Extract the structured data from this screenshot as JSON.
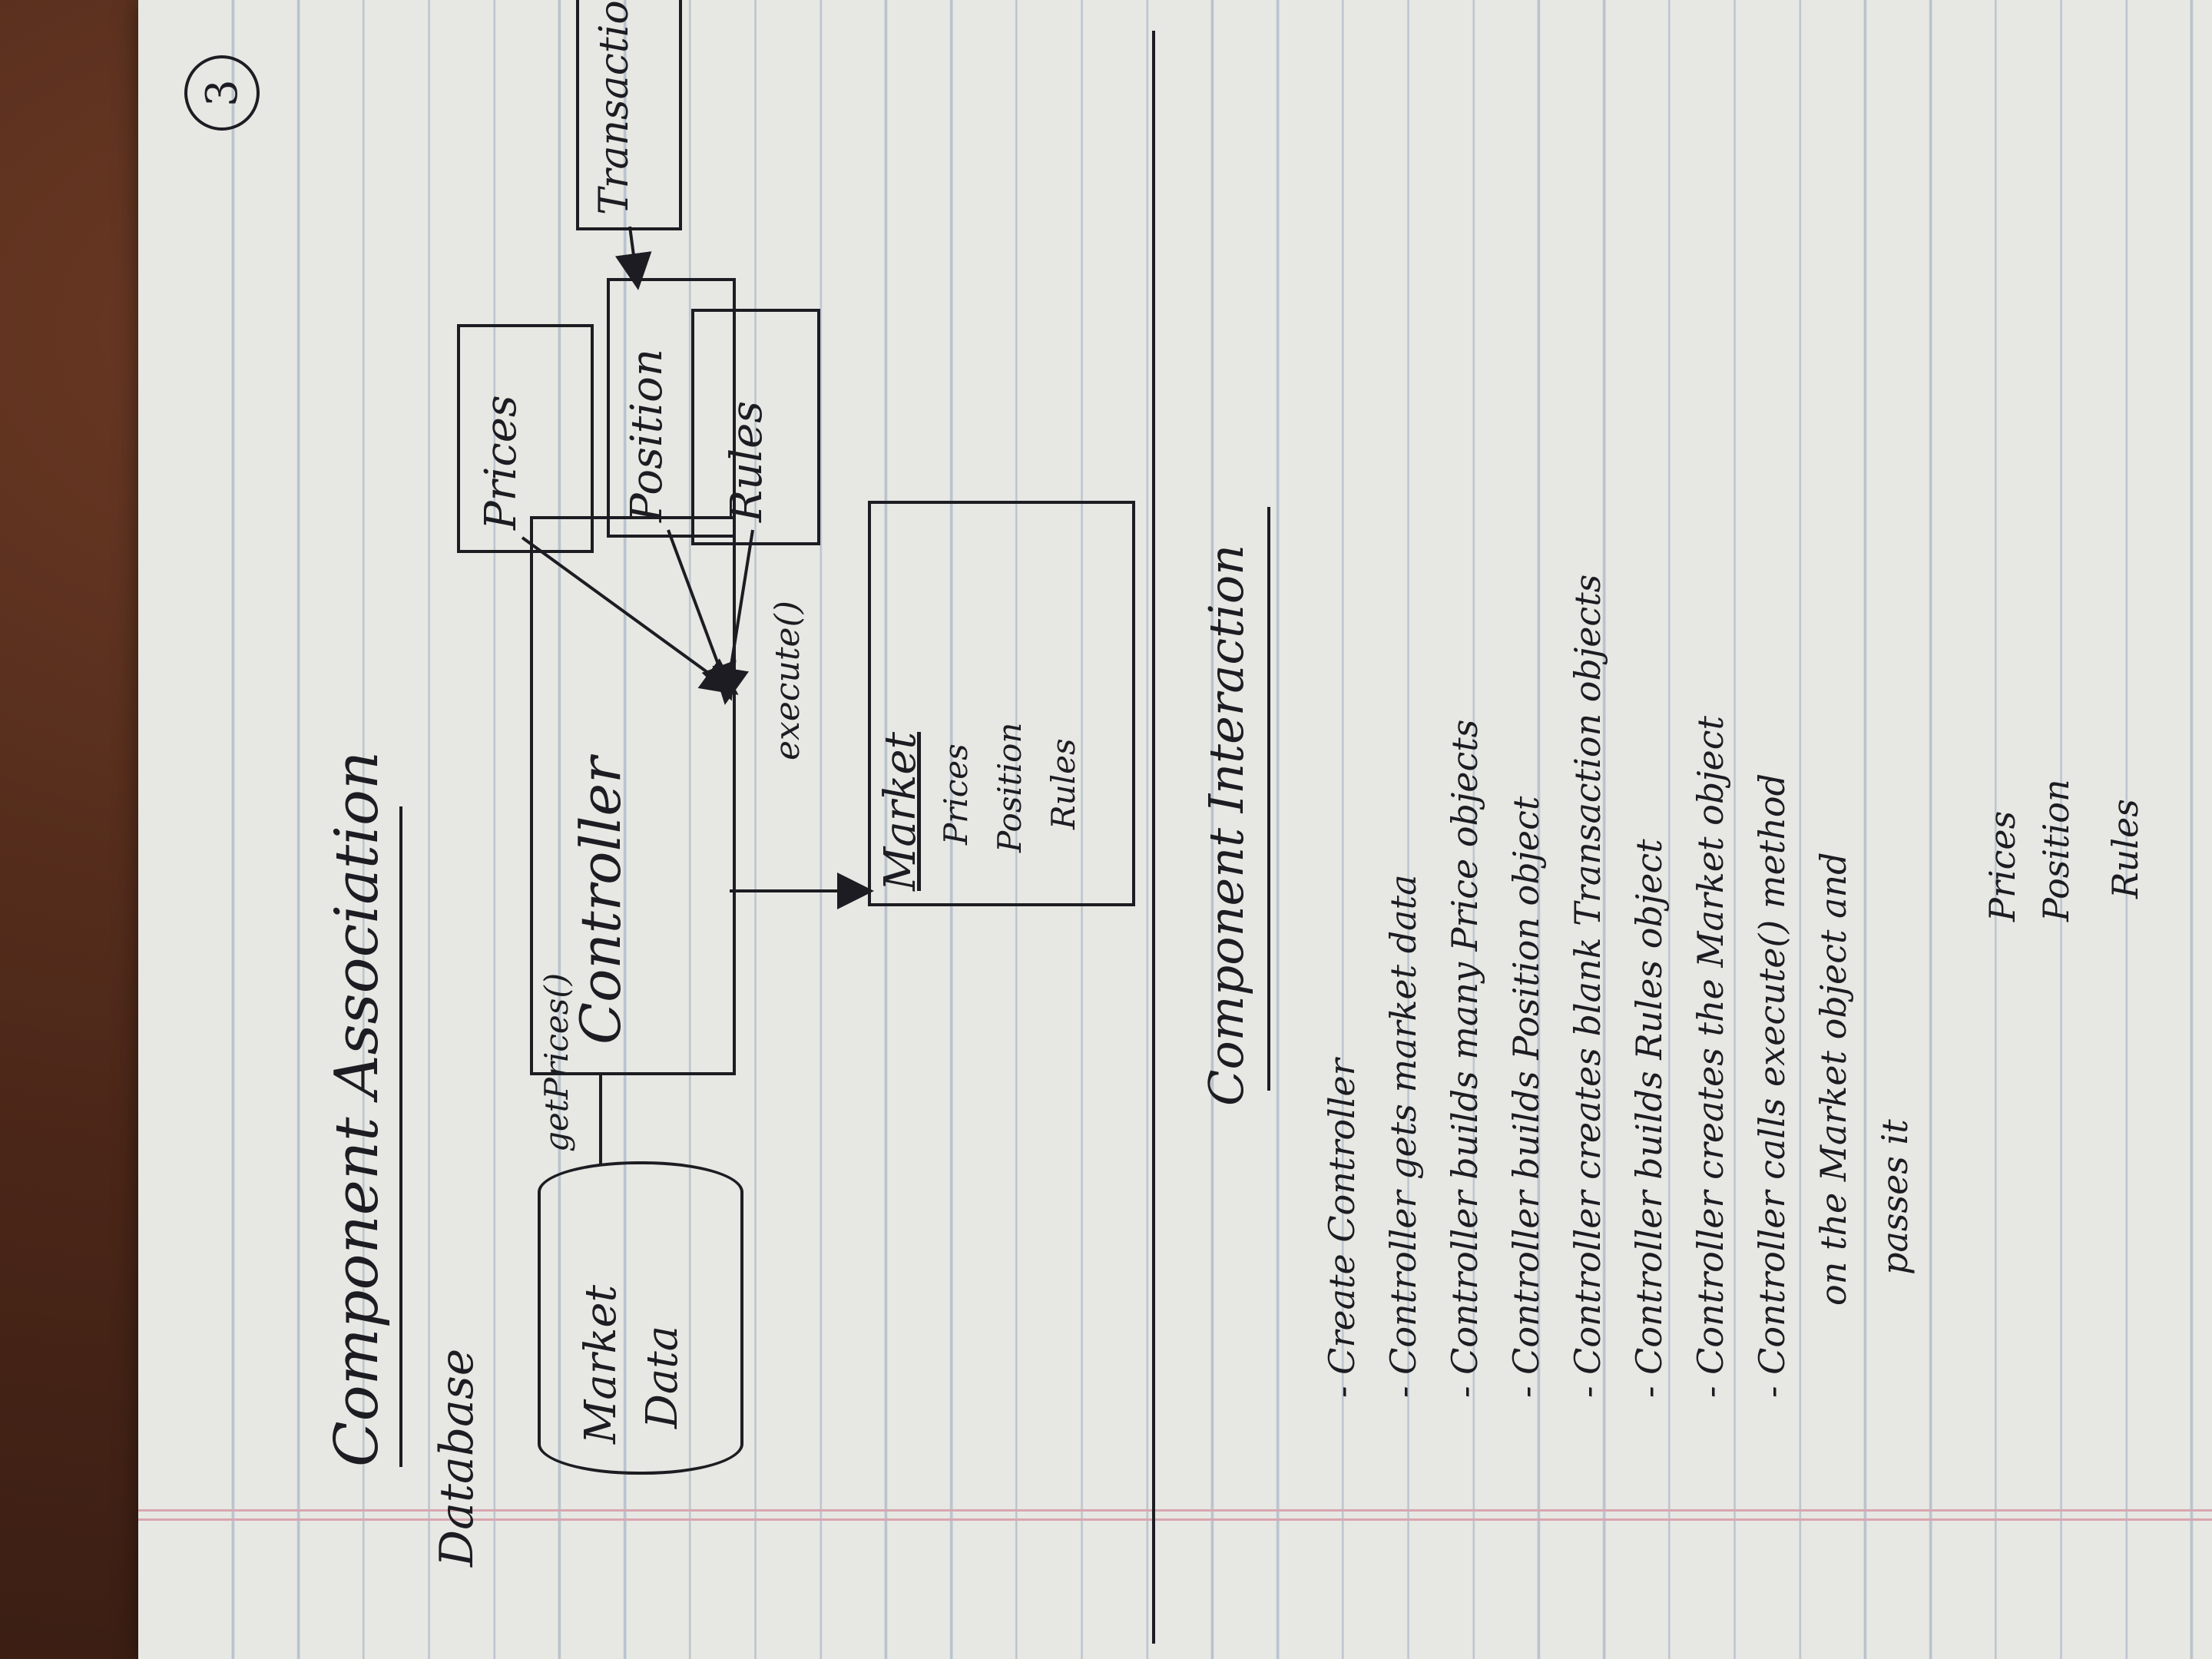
{
  "page_number": "3",
  "association": {
    "title": "Component Association",
    "database_label": "Database",
    "market_data": [
      "Market",
      "Data"
    ],
    "get_prices_label": "getPrices()",
    "controller_label": "Controller",
    "prices_label": "Prices",
    "position_label": "Position",
    "rules_label": "Rules",
    "transactions_label": "Transactions",
    "execute_label": "execute()",
    "market_box": {
      "title": "Market",
      "lines": [
        "Prices",
        "Position",
        "Rules"
      ]
    }
  },
  "interaction": {
    "title": "Component Interaction",
    "steps": [
      "- Create Controller",
      "- Controller gets market data",
      "- Controller builds many Price objects",
      "- Controller builds Position object",
      "- Controller creates blank Transaction objects",
      "- Controller builds Rules object",
      "- Controller creates the Market object",
      "- Controller calls execute() method",
      "on the Market object and",
      "passes it"
    ],
    "passed_items": [
      "Prices",
      "Position",
      "Rules"
    ]
  }
}
